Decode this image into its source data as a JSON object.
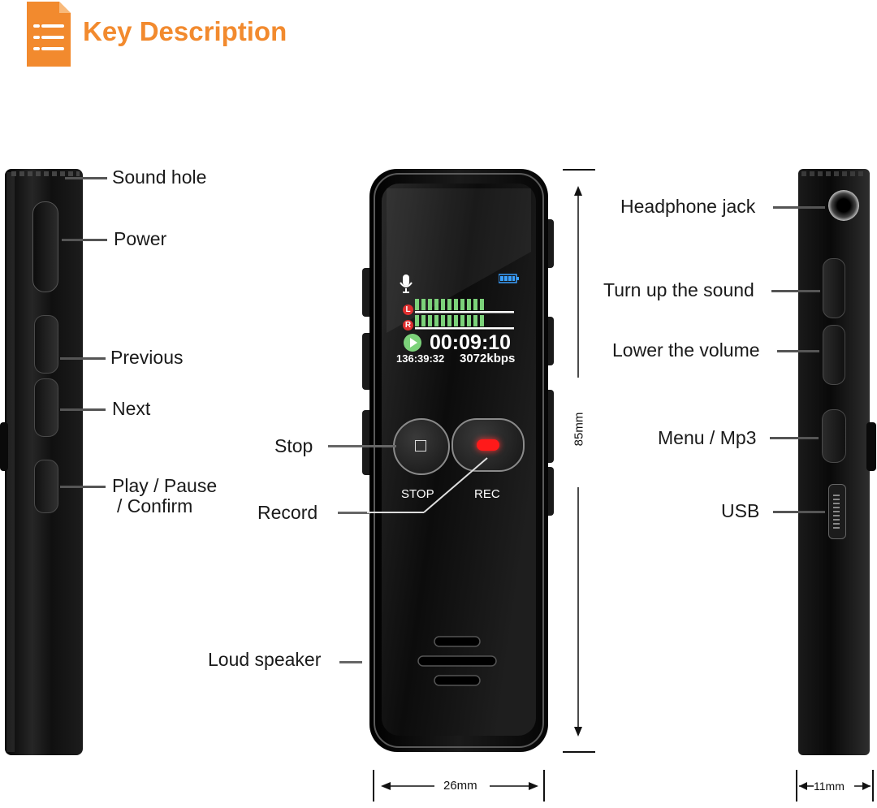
{
  "header": {
    "title": "Key Description",
    "accent_color": "#F28A2E",
    "icon": "list-document-icon"
  },
  "left_device": {
    "labels": {
      "sound_hole": "Sound hole",
      "power": "Power",
      "previous": "Previous",
      "next": "Next",
      "play_pause_line1": "Play / Pause",
      "play_pause_line2": "/ Confirm"
    }
  },
  "front_device": {
    "screen": {
      "channel_left": "L",
      "channel_right": "R",
      "time": "00:09:10",
      "remaining": "136:39:32",
      "bitrate": "3072kbps",
      "icons": [
        "mic-icon",
        "battery-icon",
        "play-icon"
      ]
    },
    "buttons": {
      "stop": "STOP",
      "rec": "REC"
    },
    "labels": {
      "stop": "Stop",
      "record": "Record",
      "loud_speaker": "Loud speaker"
    },
    "dimensions": {
      "height": "85mm",
      "width": "26mm"
    },
    "rec_color": "#FF1A1A"
  },
  "right_device": {
    "labels": {
      "headphone_jack": "Headphone jack",
      "turn_up": "Turn up the sound",
      "lower": "Lower the volume",
      "menu": "Menu / Mp3",
      "usb": "USB"
    },
    "dimensions": {
      "thickness": "11mm"
    }
  }
}
